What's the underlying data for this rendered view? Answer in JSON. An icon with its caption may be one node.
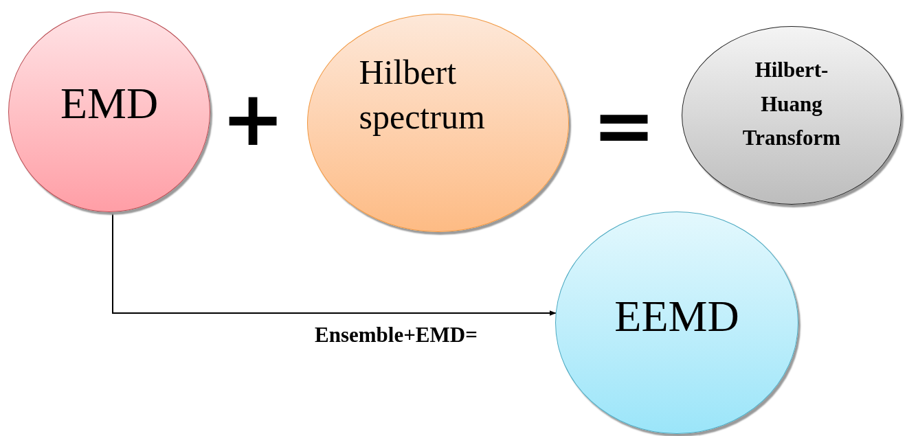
{
  "diagram": {
    "nodes": [
      {
        "text": [
          "EMD"
        ]
      },
      {
        "text": [
          "Hilbert spectrum"
        ]
      },
      {
        "text": [
          "Hilbert- Huang Transform"
        ]
      },
      {
        "text": [
          "EEMD"
        ]
      }
    ],
    "edges": [
      {
        "from": 0,
        "to": 3,
        "arrow": "to",
        "label": "Ensemble+EMD="
      }
    ],
    "labels": [
      "+",
      "="
    ]
  }
}
